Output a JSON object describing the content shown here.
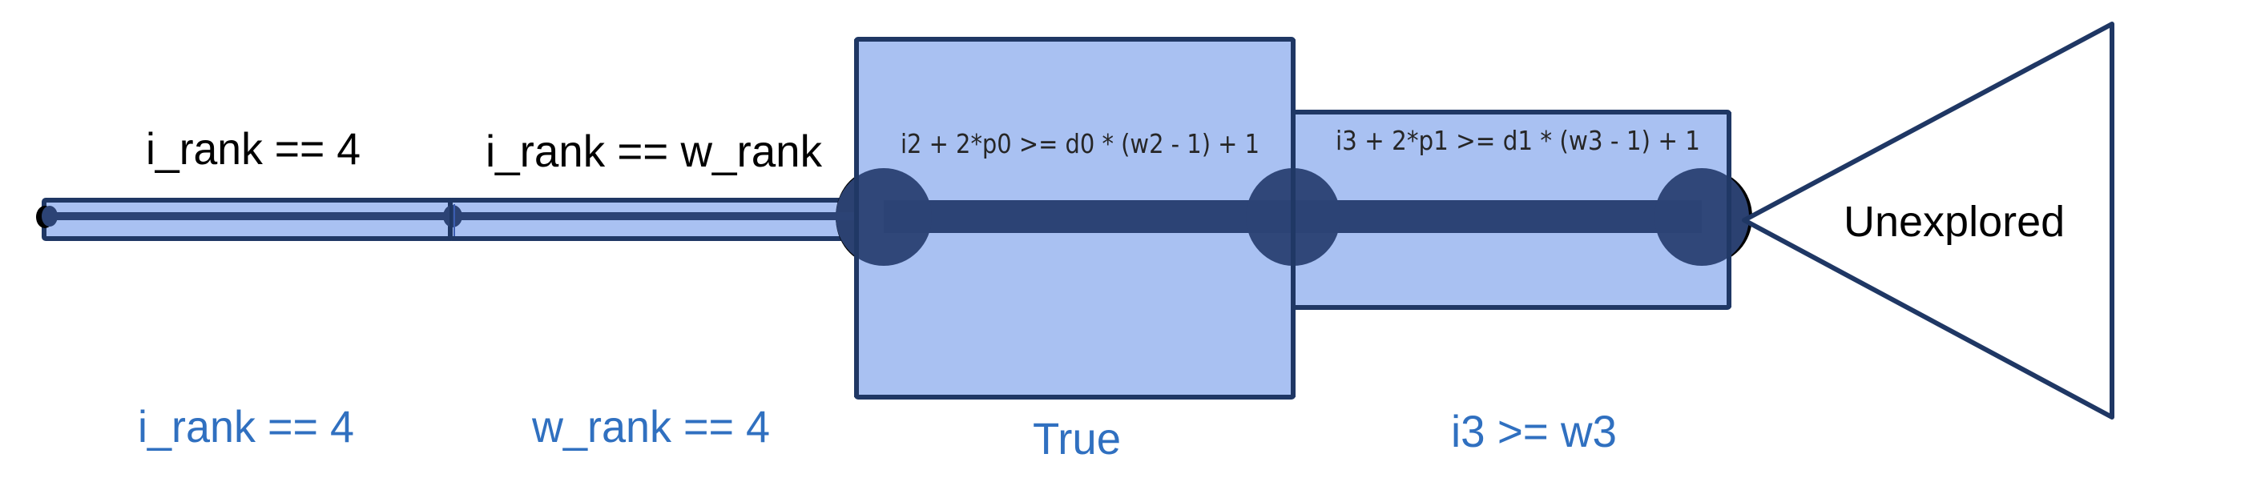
{
  "colors": {
    "box_fill": "#a9c1f2",
    "box_stroke": "#1f3764",
    "path_fill": "#2c4375",
    "shadow": "#000000",
    "condition_text": "#262626",
    "branch_text": "#3070c0",
    "label_text": "#000000"
  },
  "segments": [
    {
      "id": "seg1",
      "path_condition": "i_rank == 4",
      "branch_label": "i_rank == 4"
    },
    {
      "id": "seg2",
      "path_condition": "i_rank == w_rank",
      "branch_label": "w_rank == 4"
    },
    {
      "id": "seg3",
      "path_condition": "i2 + 2*p0 >= d0 * (w2 - 1) + 1",
      "branch_label": "True"
    },
    {
      "id": "seg4",
      "path_condition": "i3 + 2*p1 >= d1 * (w3 - 1) + 1",
      "branch_label": "i3 >= w3"
    }
  ],
  "unexplored": {
    "label": "Unexplored"
  }
}
